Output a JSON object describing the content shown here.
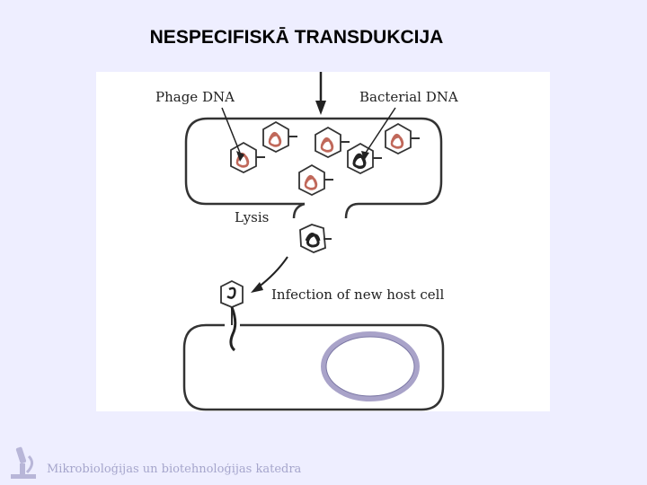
{
  "slide": {
    "title": "NESPECIFISKĀ TRANSDUKCIJA"
  },
  "diagram": {
    "labels": {
      "phage_dna": "Phage DNA",
      "bacterial_dna": "Bacterial DNA",
      "lysis": "Lysis",
      "infection": "Infection of new host cell"
    },
    "colors": {
      "phage_dna": "#c0685a",
      "bacterial_dna": "#222222",
      "plasmid": "#a9a3c9",
      "outline": "#333333"
    }
  },
  "footer": {
    "text": "Mikrobioloģijas un biotehnoloģijas katedra",
    "logo_icon": "microscope-icon"
  }
}
